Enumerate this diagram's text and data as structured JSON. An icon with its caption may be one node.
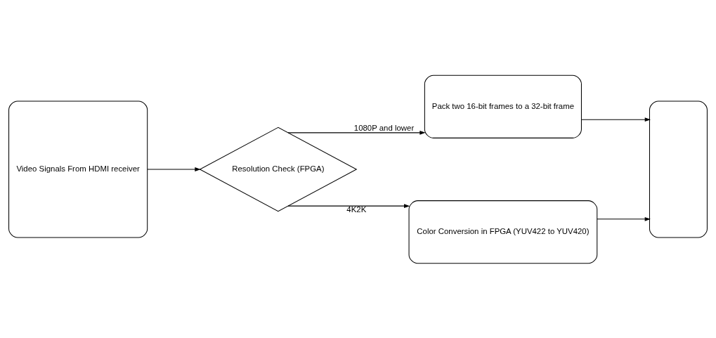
{
  "diagram": {
    "nodes": [
      {
        "text": [
          "Video Signals From HDMI receiver"
        ]
      },
      {
        "text": [
          "Resolution Check (FPGA)"
        ]
      },
      {
        "text": [
          "Pack two 16-bit frames to a 32-bit frame"
        ]
      },
      {
        "text": [
          "Color Conversion in FPGA (YUV422 to YUV420)"
        ]
      },
      {
        "text": [],
        "shape": "box"
      }
    ],
    "edges": [
      {
        "from": 0,
        "to": 1,
        "arrow": "to"
      },
      {
        "from": 1,
        "to": 2,
        "arrow": "to",
        "label": "1080P and lower"
      },
      {
        "from": 1,
        "to": 3,
        "arrow": "to",
        "label": "4K2K"
      },
      {
        "from": 2,
        "to": 4,
        "arrow": "to"
      },
      {
        "from": 3,
        "to": 4,
        "arrow": "to"
      }
    ]
  }
}
